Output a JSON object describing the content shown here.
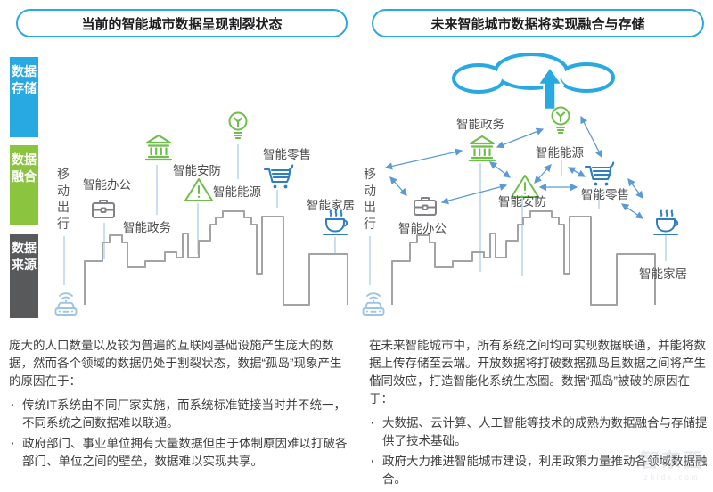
{
  "left_panel": {
    "title": "当前的智能城市数据呈现割裂状态",
    "labels": {
      "mobility": "移动出行",
      "office": "智能办公",
      "government": "智能政务",
      "security": "智能安防",
      "energy": "智能能源",
      "retail": "智能零售",
      "home": "智能家居"
    },
    "description": "庞大的人口数量以及较为普遍的互联网基础设施产生庞大的数据，然而各个领域的数据仍处于割裂状态，数据“孤岛”现象产生的原因在于：",
    "bullets": [
      "传统IT系统由不同厂家实施，而系统标准链接当时并不统一，不同系统之间数据难以联通。",
      "政府部门、事业单位拥有大量数据但由于体制原因难以打破各部门、单位之间的壁垒，数据难以实现共享。"
    ]
  },
  "right_panel": {
    "title": "未来智能城市数据将实现融合与存储",
    "labels": {
      "mobility": "移动出行",
      "office": "智能办公",
      "government": "智能政务",
      "security": "智能安防",
      "energy": "智能能源",
      "retail": "智能零售",
      "home": "智能家居"
    },
    "description": "在未来智能城市中，所有系统之间均可实现数据联通，并能将数据上传存储至云端。开放数据将打破数据孤岛且数据之间将产生偕同效应，打造智能化系统生态圈。数据“孤岛”被破的原因在于：",
    "bullets": [
      "大数据、云计算、人工智能等技术的成熟为数据融合与存储提供了技术基础。",
      "政府大力推进智能城市建设，利用政策力量推动各领域数据融合。"
    ]
  },
  "sidebar": {
    "items": [
      {
        "label": "数据存储",
        "color": "#29A9E1"
      },
      {
        "label": "数据融合",
        "color": "#8BC53F"
      },
      {
        "label": "数据来源",
        "color": "#58595B"
      }
    ]
  },
  "watermark": {
    "logo_text": "智东西",
    "site_text": "zhidx.com"
  },
  "colors": {
    "accent_blue": "#29A9E1",
    "icon_green": "#6EBE4B",
    "icon_blue": "#2E7EC1",
    "icon_gray": "#808285",
    "car_blue": "#9DC3E6",
    "skyline_gray": "#A3A3A5",
    "connector_blue": "#BDD7EE",
    "arrow_blue": "#5B9BD5"
  }
}
